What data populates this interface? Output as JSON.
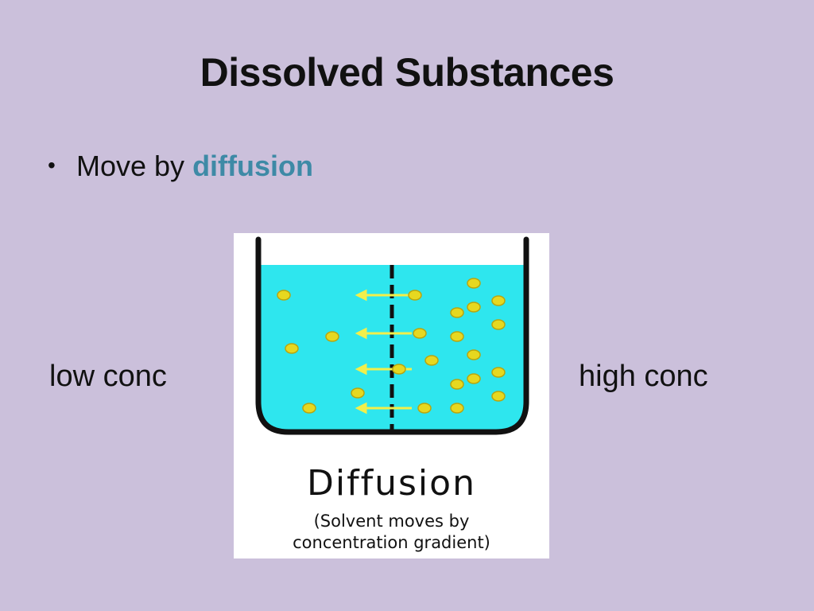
{
  "slide": {
    "title": "Dissolved Substances",
    "bullet": {
      "symbol": "•",
      "prefix": "Move by ",
      "highlight": "diffusion"
    },
    "left_label": "low conc",
    "right_label": "high conc"
  },
  "figure": {
    "title": "Diffusion",
    "caption_line1": "(Solvent moves by",
    "caption_line2": "concentration gradient)",
    "icons": [
      "beaker-icon",
      "membrane-icon",
      "particle-icon",
      "arrow-left-icon"
    ]
  },
  "colors": {
    "background": "#cbc0db",
    "accent": "#3e8aa6",
    "water": "#2ee6ee",
    "particle": "#e6d820",
    "arrow": "#f2ef4a"
  }
}
